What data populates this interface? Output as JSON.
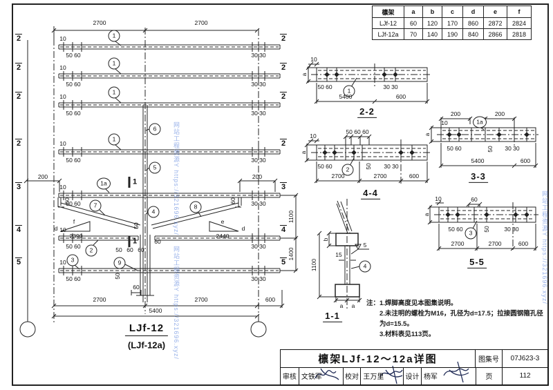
{
  "table": {
    "headers": [
      "檩架",
      "a",
      "b",
      "c",
      "d",
      "e",
      "f"
    ],
    "rows": [
      [
        "LJf-12",
        "60",
        "120",
        "170",
        "860",
        "2872",
        "2824"
      ],
      [
        "LJf-12a",
        "70",
        "140",
        "190",
        "840",
        "2866",
        "2818"
      ]
    ]
  },
  "elevation": {
    "title": "LJf-12",
    "subtitle": "(LJf-12a)",
    "slope_left": {
      "side": "d",
      "hyp": "f",
      "len": "2390"
    },
    "slope_right": {
      "side": "d",
      "hyp": "e",
      "len": "2440"
    }
  },
  "dims": {
    "d10": "10",
    "d50_60": "50 60",
    "d30_30": "30 30",
    "d200": "200",
    "d2700": "2700",
    "d600": "600",
    "d5400": "5400",
    "d1100": "1100",
    "d1400": "1400",
    "d60": "60",
    "d50": "50",
    "d50_60_60": "50 60 60",
    "d15": "15",
    "d_a": "a",
    "d_b": "b"
  },
  "marks": {
    "m1": "1",
    "m2": "2",
    "m3": "3",
    "m4": "4",
    "m5": "5"
  },
  "circles": {
    "c1": "1",
    "c1a": "1a",
    "c2": "2",
    "c3": "3",
    "c4": "4",
    "c5": "5",
    "c6": "6",
    "c7": "7",
    "c8": "8",
    "c9": "9"
  },
  "sections": {
    "s22": "2-2",
    "s33": "3-3",
    "s44": "4-4",
    "s55": "5-5",
    "s11": "1-1",
    "weld5": "5"
  },
  "notes": {
    "line1": "注：1.焊脚高度见本图集说明。",
    "line2": "2.未注明的螺栓为M16，孔径为d=17.5；拉接圆钢箍孔径为d=15.5。",
    "line3": "3.材料表见113页。"
  },
  "titleblock": {
    "title": "檩架LJf-12～12a详图",
    "atlas_label": "图集号",
    "atlas_no": "07J623-3",
    "page_label": "页",
    "page_no": "112",
    "review_label": "审核",
    "reviewer": "文铁军",
    "proof_label": "校对",
    "proofer": "王万里",
    "design_label": "设计",
    "designer": "杨军"
  },
  "watermark": {
    "text": "网站工程资源Y https://321696.xyz/"
  }
}
